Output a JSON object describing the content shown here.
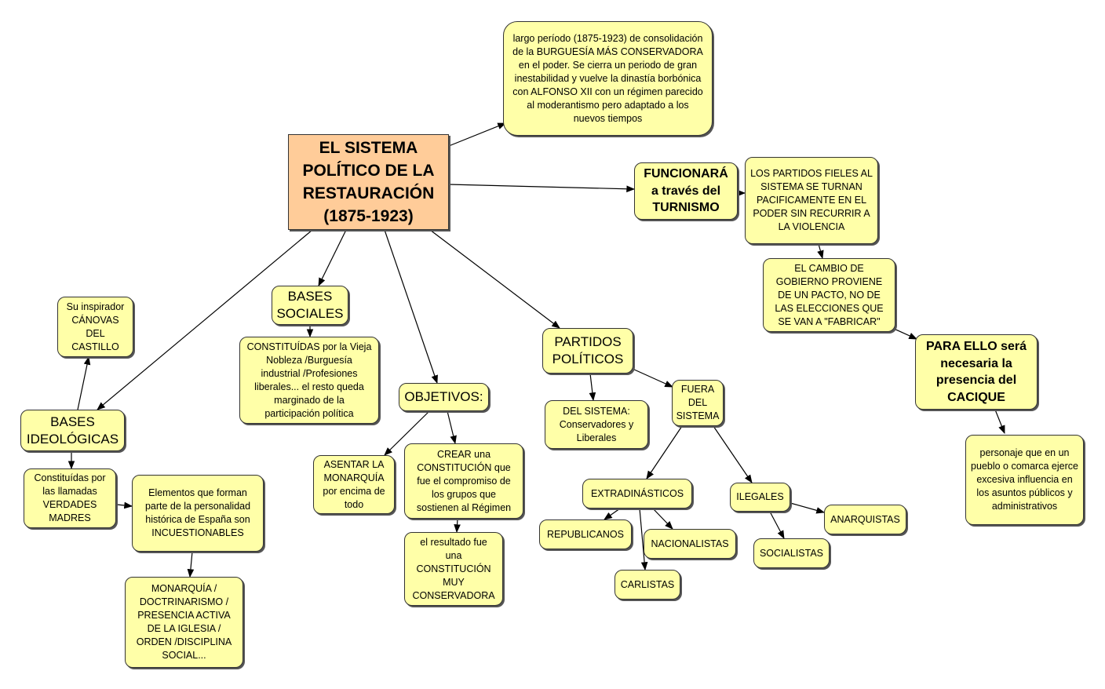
{
  "nodes": {
    "root": "EL SISTEMA\nPOLÍTICO DE LA\nRESTAURACIÓN\n(1875-1923)",
    "periodo": "largo período (1875-1923) de consolidación de la BURGUESÍA MÁS CONSERVADORA en el poder. Se cierra un periodo de gran inestabilidad y vuelve la dinastía borbónica con ALFONSO XII con un régimen parecido al moderantismo pero adaptado a los nuevos tiempos",
    "funcionara": "FUNCIONARÁ\na través del\nTURNISMO",
    "partidos_fieles": "LOS PARTIDOS FIELES AL SISTEMA SE TURNAN PACIFICAMENTE EN EL PODER SIN RECURRIR A LA VIOLENCIA",
    "cambio": "EL CAMBIO DE GOBIERNO PROVIENE DE UN PACTO,  NO DE LAS ELECCIONES QUE SE VAN A \"FABRICAR\"",
    "para_ello": "PARA ELLO será necesaria la presencia del CACIQUE",
    "personaje": "personaje que en un pueblo o comarca ejerce excesiva influencia en los asuntos públicos y administrativos",
    "bases_sociales": "BASES\nSOCIALES",
    "constituidas_nobleza": "CONSTITUÍDAS por la Vieja Nobleza /Burguesía industrial /Profesiones liberales... el resto queda marginado de la participación política",
    "objetivos": "OBJETIVOS:",
    "asentar": "ASENTAR LA MONARQUÍA por encima de todo",
    "crear": "CREAR una CONSTITUCIÓN que fue el compromiso de los grupos que sostienen al Régimen",
    "resultado": "el resultado fue una CONSTITUCIÓN MUY CONSERVADORA",
    "partidos_politicos": "PARTIDOS\nPOLÍTICOS",
    "del_sistema": "DEL SISTEMA: Conservadores y Liberales",
    "fuera": "FUERA\nDEL\nSISTEMA",
    "extradinasticos": "EXTRADINÁSTICOS",
    "republicanos": "REPUBLICANOS",
    "nacionalistas": "NACIONALISTAS",
    "carlistas": "CARLISTAS",
    "ilegales": "ILEGALES",
    "anarquistas": "ANARQUISTAS",
    "socialistas": "SOCIALISTAS",
    "bases_ideologicas": "BASES\nIDEOLÓGICAS",
    "su_inspirador": "Su inspirador CÁNOVAS DEL CASTILLO",
    "constituidas_verdades": "Constituídas por las llamadas VERDADES MADRES",
    "elementos": "Elementos que forman parte de la personalidad histórica de España son INCUESTIONABLES",
    "monarquia": "MONARQUÍA / DOCTRINARISMO / PRESENCIA ACTIVA DE LA IGLESIA / ORDEN /DISCIPLINA SOCIAL..."
  },
  "colors": {
    "node_fill": "#ffffa8",
    "root_fill": "#ffcc99",
    "line": "#000000"
  }
}
